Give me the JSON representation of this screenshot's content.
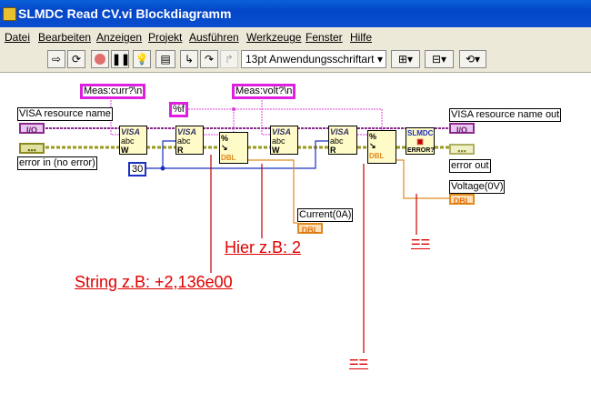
{
  "window": {
    "title": "SLMDC Read CV.vi Blockdiagramm"
  },
  "menu": [
    "Datei",
    "Bearbeiten",
    "Anzeigen",
    "Projekt",
    "Ausführen",
    "Werkzeuge",
    "Fenster",
    "Hilfe"
  ],
  "toolbar": {
    "font_select": "13pt Anwendungsschriftart",
    "icons": [
      "run-arrow",
      "run-continuously",
      "abort",
      "pause",
      "highlight-execution",
      "retain-wire-values",
      "step-into",
      "step-over",
      "step-out",
      "align",
      "distribute",
      "reorder"
    ]
  },
  "diagram": {
    "constants": {
      "curr_cmd": "Meas:curr?\\n",
      "volt_cmd": "Meas:volt?\\n",
      "format": "%f",
      "byte_count": "30"
    },
    "controls": {
      "visa_in": "VISA resource name",
      "visa_in_term": "I/O",
      "error_in": "error in (no error)"
    },
    "indicators": {
      "visa_out": "VISA resource name out",
      "visa_out_term": "I/O",
      "error_out": "error out",
      "voltage": "Voltage(0V)",
      "current": "Current(0A)",
      "dbl": "DBL"
    },
    "nodes": {
      "visa": "VISA",
      "abc": "abc",
      "write": "W",
      "read": "R",
      "slmdc": "SLMDC",
      "error": "ERROR?",
      "scan": "%"
    }
  },
  "annotations": {
    "hier": "Hier z.B: 2",
    "string": "String z.B: +2,136e00",
    "eq1": "==",
    "eq2": "=="
  }
}
